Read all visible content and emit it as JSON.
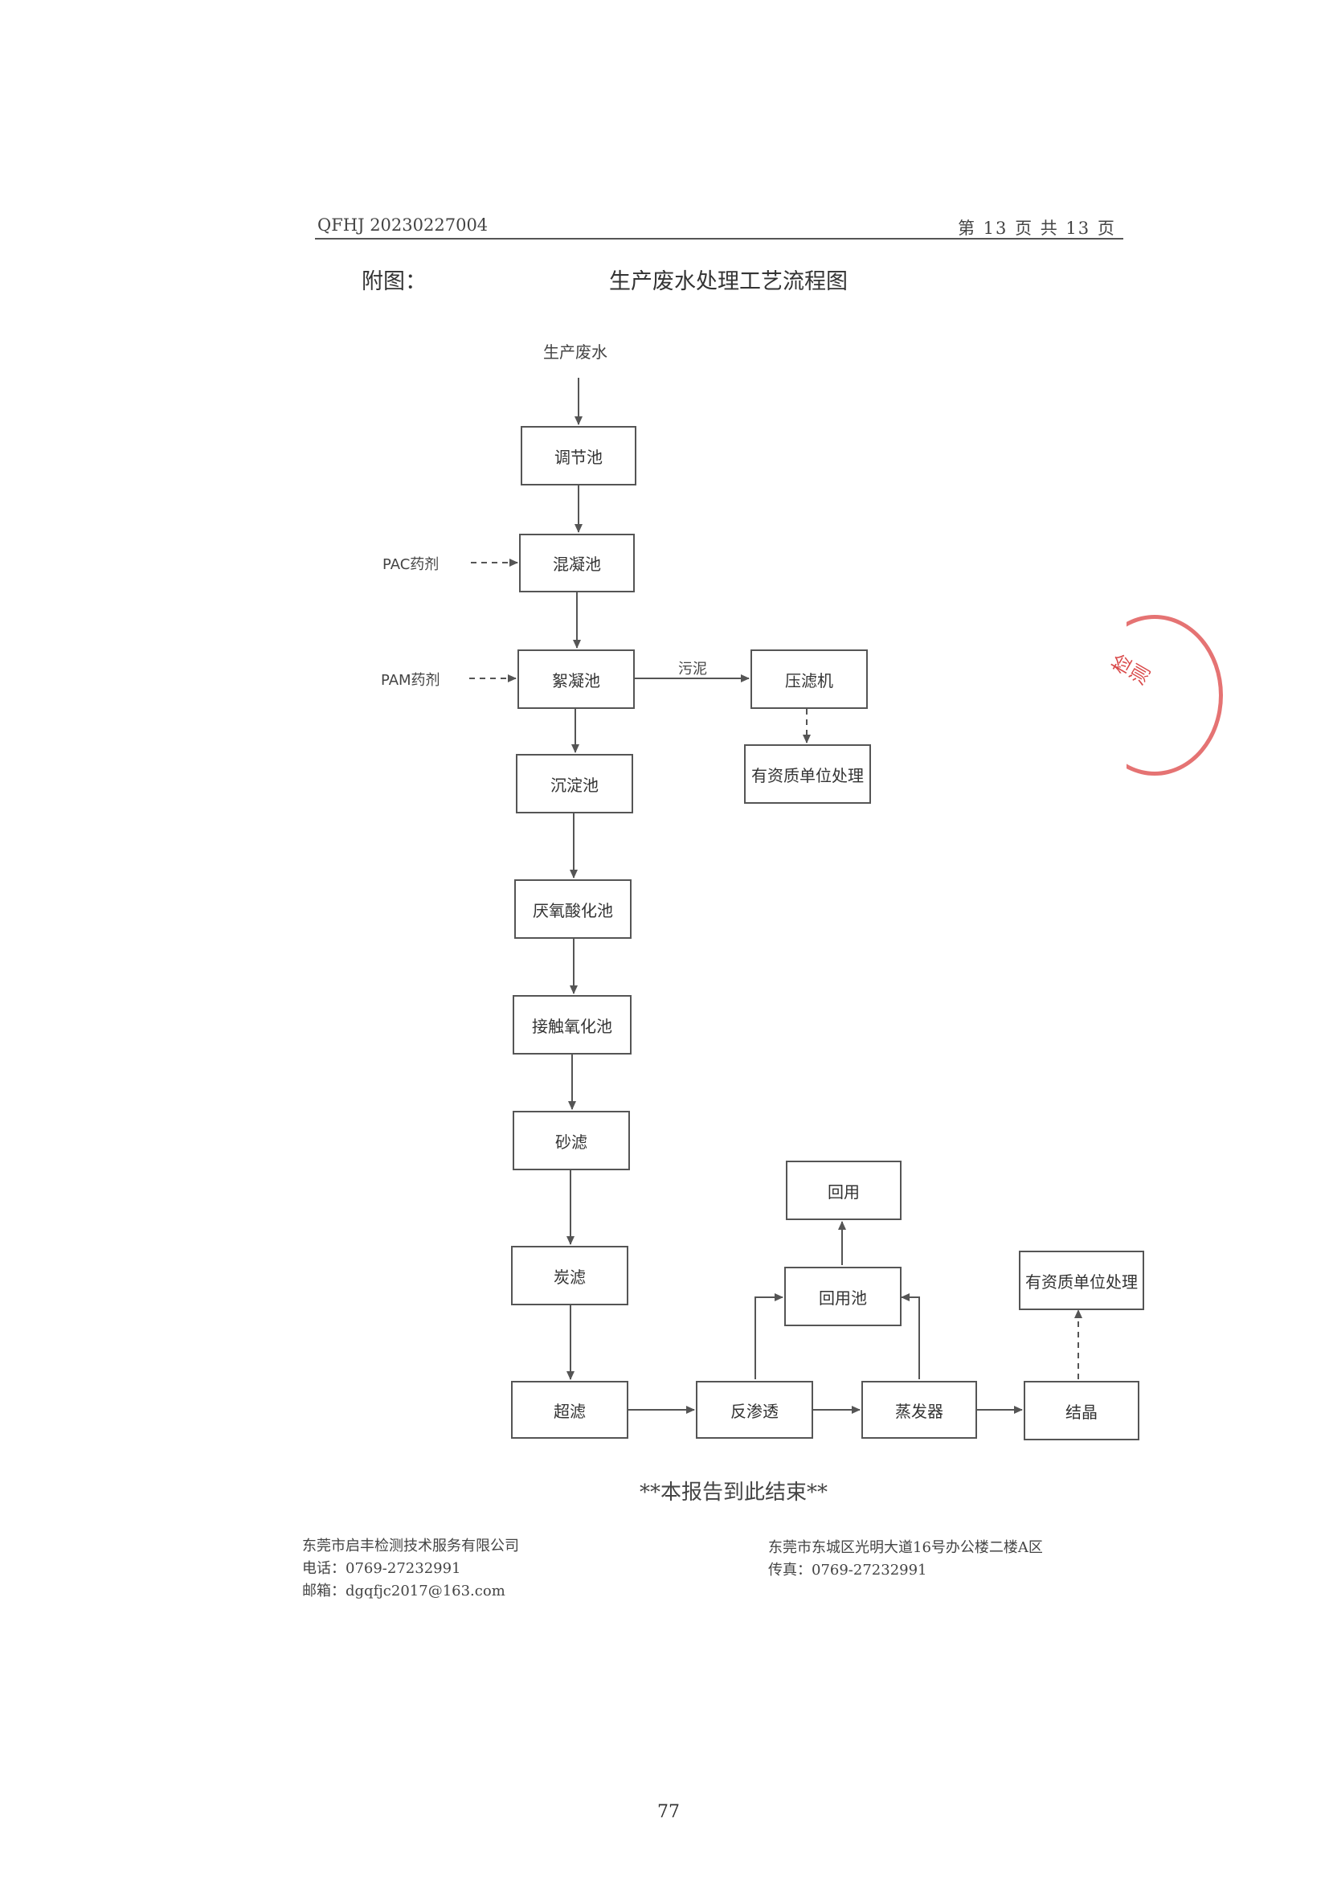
{
  "header": {
    "report_no": "QFHJ 20230227004",
    "page_info": "第 13 页 共 13 页"
  },
  "caption": {
    "label": "附图：",
    "title": "生产废水处理工艺流程图"
  },
  "flow": {
    "source": "生产废水",
    "nodes": {
      "tiaojie": "调节池",
      "hunning": "混凝池",
      "xuning": "絮凝池",
      "yalvji": "压滤机",
      "youzizhi1": "有资质单位处理",
      "chendian": "沉淀池",
      "yanyang": "厌氧酸化池",
      "jiechu": "接触氧化池",
      "shalv": "砂滤",
      "tanlv": "炭滤",
      "chaolv": "超滤",
      "fanshentou": "反渗透",
      "zhengfaqi": "蒸发器",
      "jiejing": "结晶",
      "huiyongchi": "回用池",
      "huiyong": "回用",
      "youzizhi2": "有资质单位处理"
    },
    "labels": {
      "pac": "PAC药剂",
      "pam": "PAM药剂",
      "sludge": "污泥"
    }
  },
  "end_note": "**本报告到此结束**",
  "stamp_text": "检测技术服务有限公司",
  "footer": {
    "company": "东莞市启丰检测技术服务有限公司",
    "phone": "电话：0769-27232991",
    "email": "邮箱：dgqfjc2017@163.com",
    "address": "东莞市东城区光明大道16号办公楼二楼A区",
    "fax": "传真：0769-27232991"
  },
  "page_number": "77"
}
